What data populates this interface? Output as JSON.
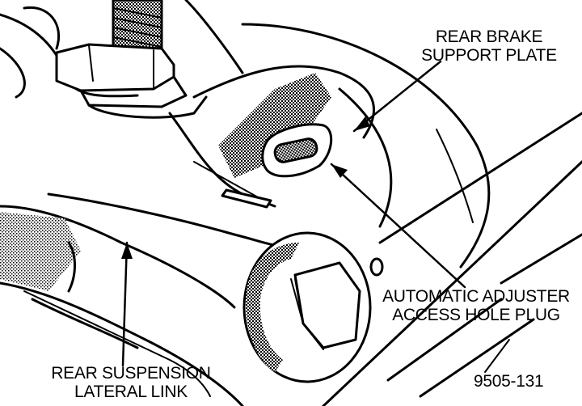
{
  "labels": {
    "brake_plate": [
      "REAR BRAKE",
      "SUPPORT PLATE"
    ],
    "adjuster_plug": [
      "AUTOMATIC ADJUSTER",
      "ACCESS HOLE PLUG"
    ],
    "lateral_link": [
      "REAR SUSPENSION",
      "LATERAL LINK"
    ],
    "figure_number": "9505-131"
  },
  "colors": {
    "ink": "#000000",
    "paper": "#ffffff"
  }
}
